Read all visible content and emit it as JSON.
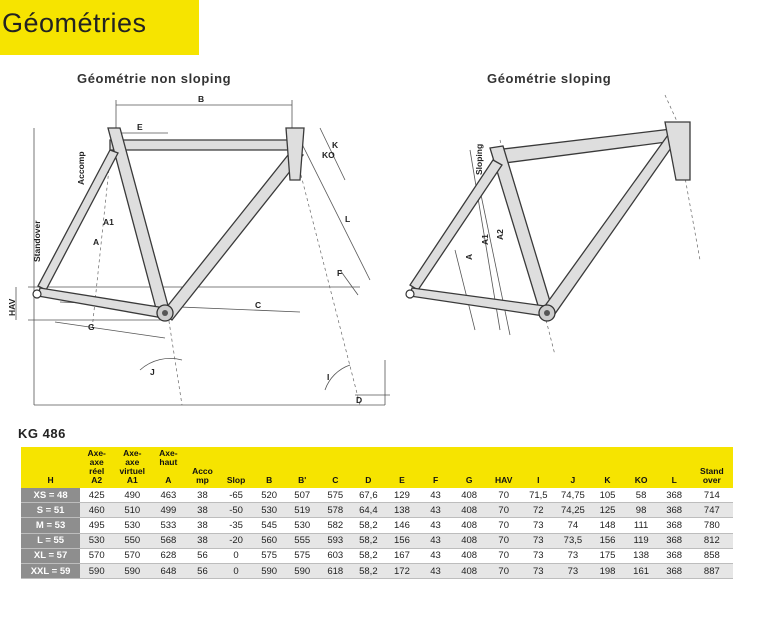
{
  "banner_title": "Géométries",
  "diagram_left_title": "Géométrie non sloping",
  "diagram_right_title": "Géométrie sloping",
  "labels_left": {
    "B": "B",
    "E": "E",
    "K": "K",
    "KO": "KO",
    "L": "L",
    "F": "F",
    "C": "C",
    "D": "D",
    "A": "A",
    "A1": "A1",
    "Accomp": "Accomp",
    "Standover": "Standover",
    "HAV": "HAV",
    "G": "G",
    "I": "I",
    "J": "J"
  },
  "labels_right": {
    "Sloping": "Sloping",
    "A": "A",
    "A1": "A1",
    "A2": "A2"
  },
  "model": "KG 486",
  "table": {
    "headers": [
      [
        "H"
      ],
      [
        "Axe-",
        "axe",
        "réel",
        "A2"
      ],
      [
        "Axe-",
        "axe",
        "virtuel",
        "A1"
      ],
      [
        "Axe-",
        "haut",
        "",
        "A"
      ],
      [
        "Acco",
        "mp"
      ],
      [
        "Slop"
      ],
      [
        "B"
      ],
      [
        "B'"
      ],
      [
        "C"
      ],
      [
        "D"
      ],
      [
        "E"
      ],
      [
        "F"
      ],
      [
        "G"
      ],
      [
        "HAV"
      ],
      [
        "I"
      ],
      [
        "J"
      ],
      [
        "K"
      ],
      [
        "KO"
      ],
      [
        "L"
      ],
      [
        "Stand",
        "over"
      ]
    ],
    "rows": [
      [
        "XS = 48",
        "425",
        "490",
        "463",
        "38",
        "-65",
        "520",
        "507",
        "575",
        "67,6",
        "129",
        "43",
        "408",
        "70",
        "71,5",
        "74,75",
        "105",
        "58",
        "368",
        "714"
      ],
      [
        "S = 51",
        "460",
        "510",
        "499",
        "38",
        "-50",
        "530",
        "519",
        "578",
        "64,4",
        "138",
        "43",
        "408",
        "70",
        "72",
        "74,25",
        "125",
        "98",
        "368",
        "747"
      ],
      [
        "M = 53",
        "495",
        "530",
        "533",
        "38",
        "-35",
        "545",
        "530",
        "582",
        "58,2",
        "146",
        "43",
        "408",
        "70",
        "73",
        "74",
        "148",
        "111",
        "368",
        "780"
      ],
      [
        "L = 55",
        "530",
        "550",
        "568",
        "38",
        "-20",
        "560",
        "555",
        "593",
        "58,2",
        "156",
        "43",
        "408",
        "70",
        "73",
        "73,5",
        "156",
        "119",
        "368",
        "812"
      ],
      [
        "XL = 57",
        "570",
        "570",
        "628",
        "56",
        "0",
        "575",
        "575",
        "603",
        "58,2",
        "167",
        "43",
        "408",
        "70",
        "73",
        "73",
        "175",
        "138",
        "368",
        "858"
      ],
      [
        "XXL = 59",
        "590",
        "590",
        "648",
        "56",
        "0",
        "590",
        "590",
        "618",
        "58,2",
        "172",
        "43",
        "408",
        "70",
        "73",
        "73",
        "198",
        "161",
        "368",
        "887"
      ]
    ]
  },
  "colors": {
    "banner": "#f6e400",
    "header": "#f6e400",
    "size_cell": "#8e8e8e",
    "alt_row": "#e6e6e6",
    "frame_stroke": "#444444",
    "frame_fill": "#dcdcdc"
  }
}
